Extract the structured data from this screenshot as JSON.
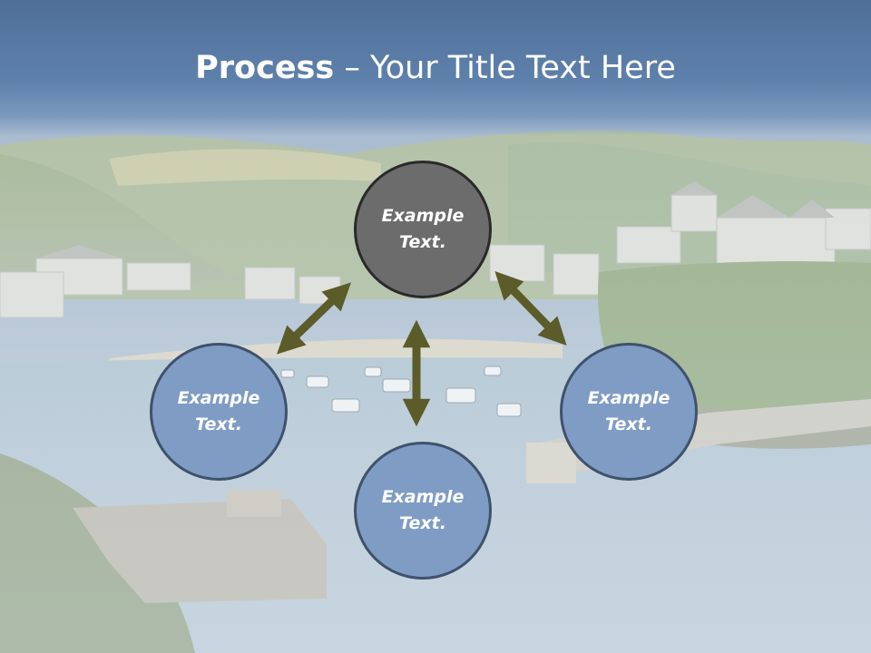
{
  "title": {
    "bold": "Process",
    "rest": " – Your Title Text Here"
  },
  "nodes": {
    "top": "Example\nText.",
    "left": "Example\nText.",
    "right": "Example\nText.",
    "bottom": "Example\nText."
  },
  "colors": {
    "title_band": "#5e81ac",
    "center_node": "#6c6c6c",
    "outer_node": "#7f9cc4",
    "arrow": "#5c5c2a"
  },
  "icons": {
    "arrow": "double-headed-arrow"
  }
}
